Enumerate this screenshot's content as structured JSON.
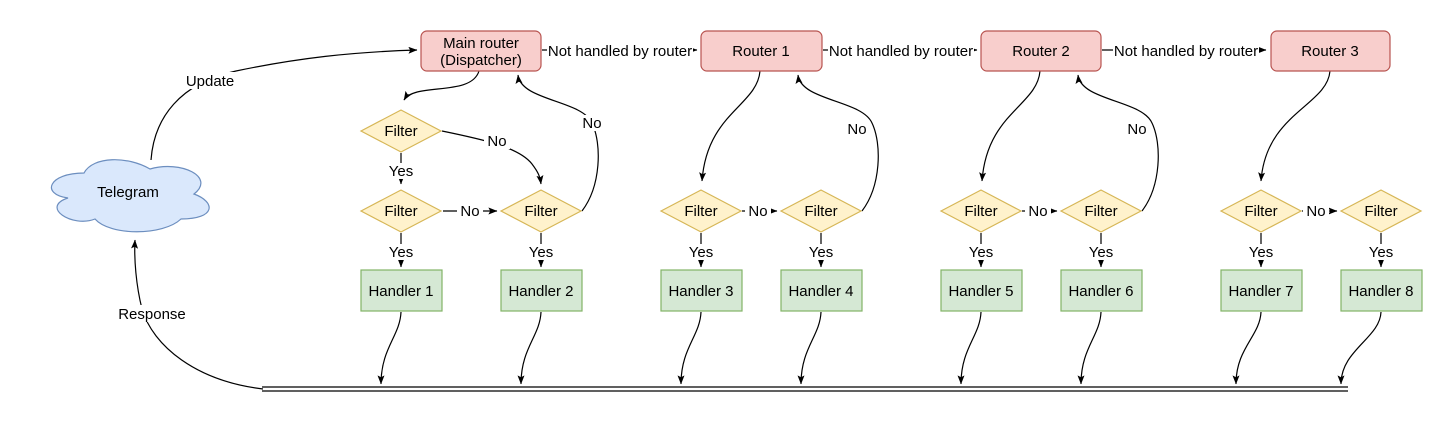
{
  "diagram": {
    "cloud_label": "Telegram",
    "update_label": "Update",
    "response_label": "Response",
    "not_handled_label": "Not handled by router",
    "yes_label": "Yes",
    "no_label": "No",
    "filter_label": "Filter",
    "routers": [
      {
        "line1": "Main router",
        "line2": "(Dispatcher)"
      },
      {
        "line1": "Router 1"
      },
      {
        "line1": "Router 2"
      },
      {
        "line1": "Router 3"
      }
    ],
    "handlers": [
      "Handler 1",
      "Handler 2",
      "Handler 3",
      "Handler 4",
      "Handler 5",
      "Handler 6",
      "Handler 7",
      "Handler 8"
    ],
    "colors": {
      "cloud_fill": "#dae8fc",
      "cloud_stroke": "#6c8ebf",
      "router_fill": "#f8cecc",
      "router_stroke": "#b85450",
      "filter_fill": "#fff2cc",
      "filter_stroke": "#d6b656",
      "handler_fill": "#d5e8d4",
      "handler_stroke": "#82b366",
      "edge_color": "#000000",
      "background": "#ffffff"
    }
  }
}
